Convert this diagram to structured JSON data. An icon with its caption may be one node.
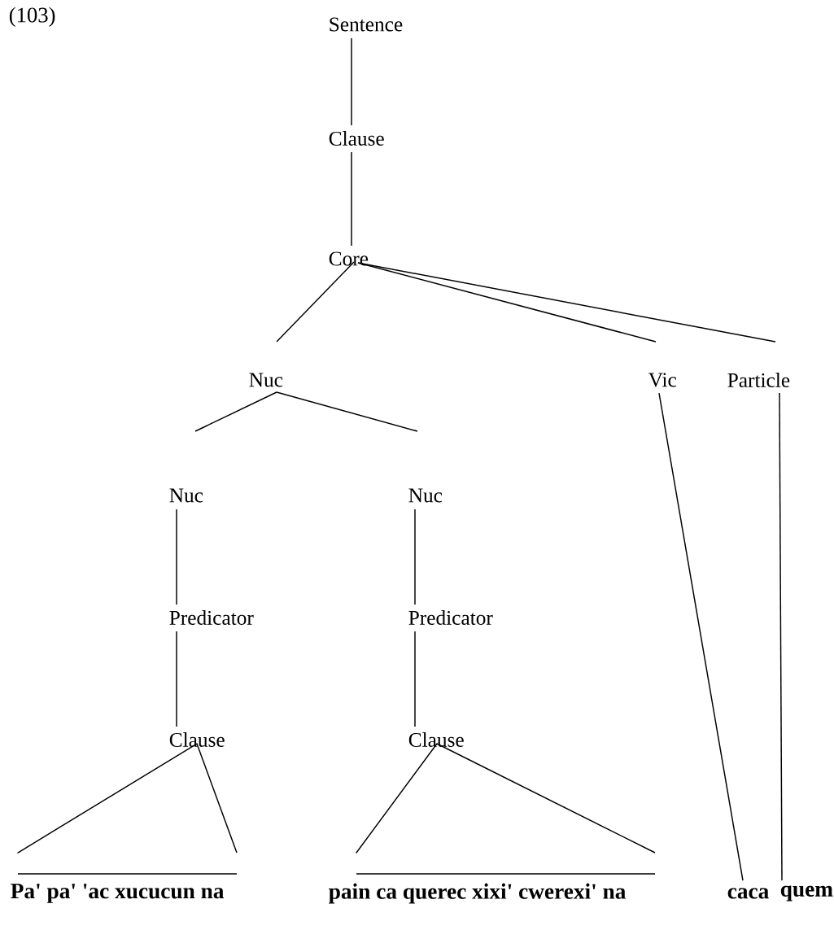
{
  "diagram": {
    "nodes": [
      {
        "text": [
          "Sentence"
        ]
      },
      {
        "text": [
          "Clause"
        ]
      },
      {
        "text": [
          "Core"
        ]
      },
      {
        "text": [
          "Nuc"
        ]
      },
      {
        "text": [
          "Vic"
        ]
      },
      {
        "text": [
          "Particle"
        ]
      },
      {
        "text": [
          "Nuc"
        ]
      },
      {
        "text": [
          "Nuc"
        ]
      },
      {
        "text": [
          "Predicator"
        ]
      },
      {
        "text": [
          "Predicator"
        ]
      },
      {
        "text": [
          "Clause"
        ]
      },
      {
        "text": [
          "Clause"
        ]
      },
      {
        "text": [
          "Pa' pa' 'ac xucucun na"
        ]
      },
      {
        "text": [
          "pain ca querec xixi' cwerexi' na"
        ]
      },
      {
        "text": [
          "caca"
        ]
      },
      {
        "text": [
          "quem"
        ]
      }
    ],
    "edges": [
      {
        "from": 0,
        "to": 1,
        "arrow": "none"
      },
      {
        "from": 1,
        "to": 2,
        "arrow": "none"
      },
      {
        "from": 2,
        "to": 3,
        "arrow": "none"
      },
      {
        "from": 2,
        "to": 4,
        "arrow": "none"
      },
      {
        "from": 2,
        "to": 5,
        "arrow": "none"
      },
      {
        "from": 3,
        "to": 6,
        "arrow": "none"
      },
      {
        "from": 3,
        "to": 7,
        "arrow": "none"
      },
      {
        "from": 4,
        "to": 14,
        "arrow": "none"
      },
      {
        "from": 5,
        "to": 15,
        "arrow": "none"
      },
      {
        "from": 6,
        "to": 8,
        "arrow": "none"
      },
      {
        "from": 8,
        "to": 10,
        "arrow": "none"
      },
      {
        "from": 7,
        "to": 9,
        "arrow": "none"
      },
      {
        "from": 9,
        "to": 11,
        "arrow": "none"
      },
      {
        "from": 10,
        "to": 12,
        "arrow": "none"
      },
      {
        "from": 11,
        "to": 13,
        "arrow": "none"
      }
    ],
    "labels": [
      "(103)"
    ]
  }
}
